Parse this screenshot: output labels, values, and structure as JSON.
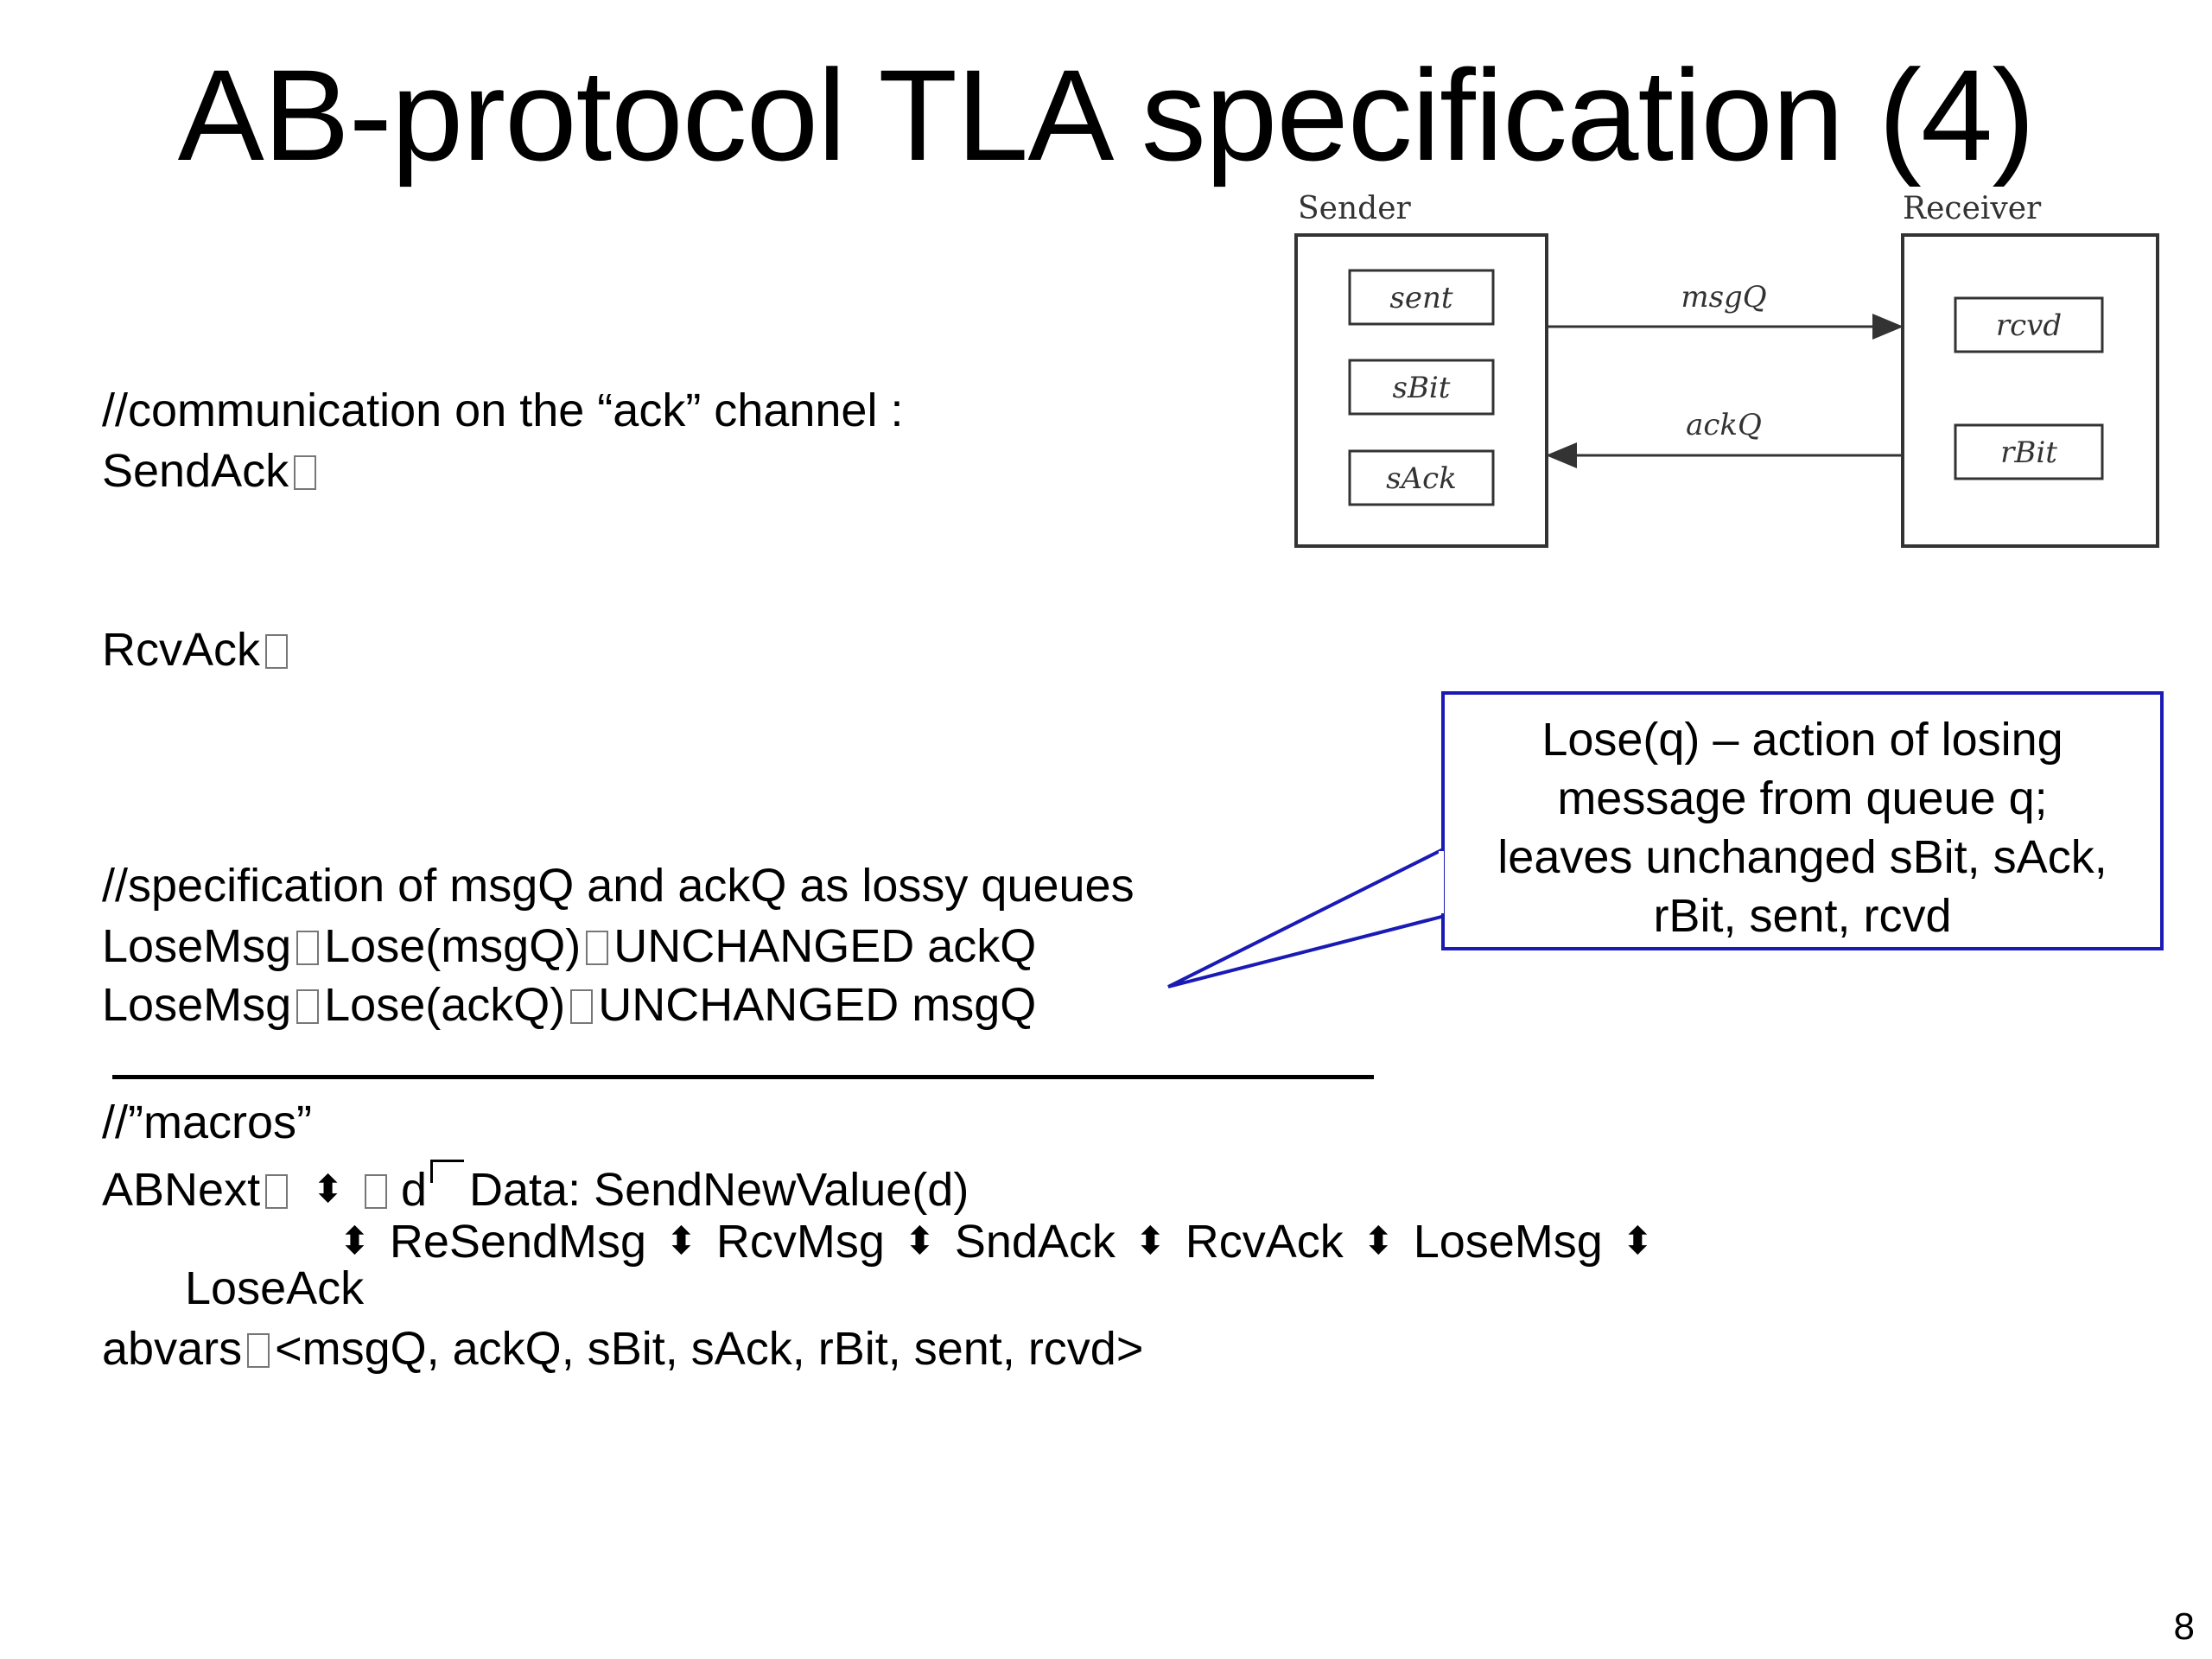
{
  "slide": {
    "title": "AB-protocol TLA specification (4)",
    "page_number": "8"
  },
  "spec": {
    "comment_ack": "//communication on the “ack” channel :",
    "send_ack": "SendAck",
    "rcv_ack": "RcvAck",
    "comment_lossy": "//specification of msgQ and ackQ as lossy queues",
    "lose_msg_1": {
      "name": "LoseMsg",
      "call": "Lose(msgQ)",
      "rest": "UNCHANGED ackQ"
    },
    "lose_msg_2": {
      "name": "LoseMsg",
      "call": "Lose(ackQ)",
      "rest": "UNCHANGED msgQ"
    },
    "comment_macros": "//”macros”",
    "abnext": {
      "name": "ABNext",
      "d": "d",
      "rest": "Data: SendNewValue(d)"
    },
    "abnext_terms": [
      "ReSendMsg",
      "RcvMsg",
      "SndAck",
      "RcvAck",
      "LoseMsg"
    ],
    "lose_ack": "LoseAck",
    "abvars": {
      "name": "abvars",
      "rest": "<msgQ, ackQ, sBit, sAck, rBit, sent, rcvd>"
    },
    "or_glyph": "⬍"
  },
  "diagram": {
    "sender_label": "Sender",
    "receiver_label": "Receiver",
    "sender_vars": [
      "sent",
      "sBit",
      "sAck"
    ],
    "receiver_vars": [
      "rcvd",
      "rBit"
    ],
    "msg_channel": "msgQ",
    "ack_channel": "ackQ"
  },
  "callout": {
    "lines": [
      "Lose(q) – action of losing",
      "message from queue q;",
      "leaves unchanged sBit, sAck,",
      "rBit, sent, rcvd"
    ],
    "border_color": "#1a1ab5"
  }
}
